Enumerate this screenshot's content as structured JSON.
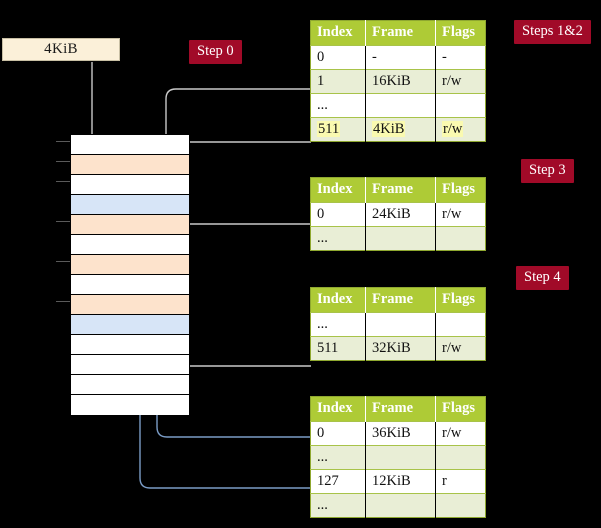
{
  "source_box": {
    "label": "4KiB"
  },
  "badges": [
    {
      "name": "step-0",
      "label": "Step 0"
    },
    {
      "name": "steps-1-2",
      "label": "Steps 1&2"
    },
    {
      "name": "step-3",
      "label": "Step 3"
    },
    {
      "name": "step-4",
      "label": "Step 4"
    }
  ],
  "memory_column": {
    "name": "physical-memory-column",
    "rows": [
      {
        "fill": "white"
      },
      {
        "fill": "peach"
      },
      {
        "fill": "white"
      },
      {
        "fill": "blue"
      },
      {
        "fill": "peach"
      },
      {
        "fill": "white"
      },
      {
        "fill": "peach"
      },
      {
        "fill": "white"
      },
      {
        "fill": "peach"
      },
      {
        "fill": "blue"
      },
      {
        "fill": "white"
      },
      {
        "fill": "white"
      },
      {
        "fill": "white"
      },
      {
        "fill": "white"
      }
    ]
  },
  "tables": [
    {
      "name": "page-table-level-0",
      "headers": [
        "Index",
        "Frame",
        "Flags"
      ],
      "rows": [
        {
          "cells": [
            "0",
            "-",
            "-"
          ],
          "shade": "white",
          "highlight": false
        },
        {
          "cells": [
            "1",
            "16KiB",
            "r/w"
          ],
          "shade": "alt",
          "highlight": false
        },
        {
          "cells": [
            "...",
            "",
            ""
          ],
          "shade": "white",
          "highlight": false
        },
        {
          "cells": [
            "511",
            "4KiB",
            "r/w"
          ],
          "shade": "alt",
          "highlight": true
        }
      ]
    },
    {
      "name": "page-table-level-1",
      "headers": [
        "Index",
        "Frame",
        "Flags"
      ],
      "rows": [
        {
          "cells": [
            "0",
            "24KiB",
            "r/w"
          ],
          "shade": "white",
          "highlight": false
        },
        {
          "cells": [
            "...",
            "",
            ""
          ],
          "shade": "alt",
          "highlight": false
        }
      ]
    },
    {
      "name": "page-table-level-2",
      "headers": [
        "Index",
        "Frame",
        "Flags"
      ],
      "rows": [
        {
          "cells": [
            "...",
            "",
            ""
          ],
          "shade": "white",
          "highlight": false
        },
        {
          "cells": [
            "511",
            "32KiB",
            "r/w"
          ],
          "shade": "alt",
          "highlight": false
        }
      ]
    },
    {
      "name": "page-table-level-3",
      "headers": [
        "Index",
        "Frame",
        "Flags"
      ],
      "rows": [
        {
          "cells": [
            "0",
            "36KiB",
            "r/w"
          ],
          "shade": "white",
          "highlight": false
        },
        {
          "cells": [
            "...",
            "",
            ""
          ],
          "shade": "alt",
          "highlight": false
        },
        {
          "cells": [
            "127",
            "12KiB",
            "r"
          ],
          "shade": "white",
          "highlight": false
        },
        {
          "cells": [
            "...",
            "",
            ""
          ],
          "shade": "alt",
          "highlight": false
        }
      ]
    }
  ],
  "colors": {
    "background": "#000000",
    "badge_bg": "#A10A28",
    "badge_text": "#FFFFFF",
    "table_header_bg": "#AECB36",
    "table_alt_row": "#E9EED6",
    "highlight": "#FAFAB0",
    "mem_peach": "#FDE3CC",
    "mem_blue": "#D7E5F7",
    "source_box_bg": "#FBF0D9",
    "wire_gray": "#C9C9C9",
    "wire_blue": "#7A9CC6"
  }
}
